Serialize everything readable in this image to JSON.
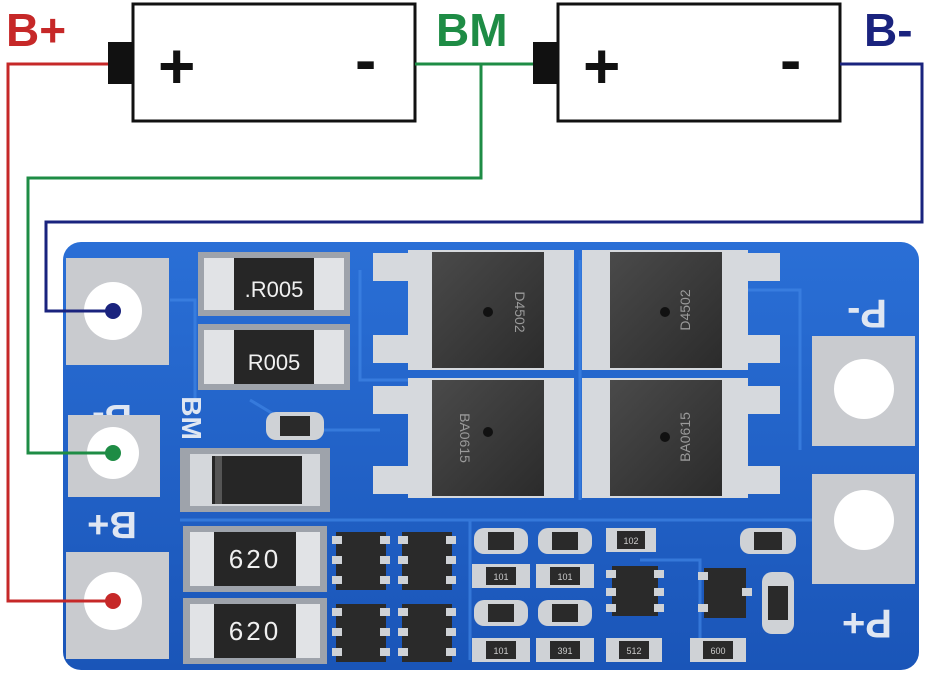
{
  "labels": {
    "b_plus": "B+",
    "bm": "BM",
    "b_minus": "B-"
  },
  "batteries": [
    {
      "plus": "+",
      "minus": "-"
    },
    {
      "plus": "+",
      "minus": "-"
    }
  ],
  "board": {
    "pad_b_minus": "B-",
    "pad_bm": "BM",
    "pad_b_plus": "B+",
    "pad_p_minus": "P-",
    "pad_p_plus": "P+",
    "resistor_1": ".R005",
    "resistor_2": "R005",
    "resistor_3": "620",
    "resistor_4": "620",
    "mosfet_1": "D4502",
    "mosfet_2": "BA0615",
    "mosfet_3": "D4502",
    "mosfet_4": "BA0615",
    "small_1": "101",
    "small_2": "101",
    "small_3": "102",
    "small_4": "101",
    "small_5": "391",
    "small_6": "512",
    "small_7": "600"
  },
  "colors": {
    "b_plus": "#c62828",
    "bm": "#1e8c45",
    "b_minus": "#1a237e",
    "pcb": "#1d5fc4",
    "pad": "#c9cbcf"
  }
}
